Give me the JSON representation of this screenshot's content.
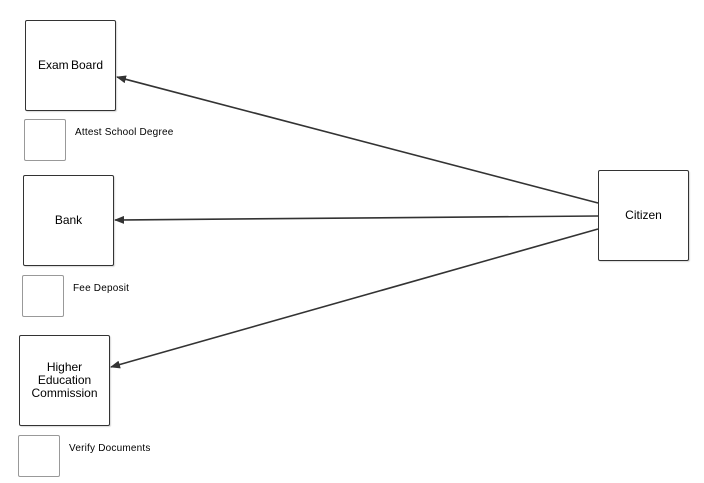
{
  "diagram": {
    "nodes": {
      "exam_board": {
        "label": "Exam Board"
      },
      "bank": {
        "label": "Bank"
      },
      "hec": {
        "label": "Higher Education Commission"
      },
      "citizen": {
        "label": "Citizen"
      }
    },
    "notes": {
      "attest": "Attest School Degree",
      "fee": "Fee Deposit",
      "verify": "Verify Documents"
    },
    "edges": [
      {
        "from": "citizen",
        "to": "exam_board"
      },
      {
        "from": "citizen",
        "to": "bank"
      },
      {
        "from": "citizen",
        "to": "hec"
      }
    ],
    "colors": {
      "edge": "#333333",
      "node_border": "#333333",
      "note_box_border": "#999999"
    }
  }
}
